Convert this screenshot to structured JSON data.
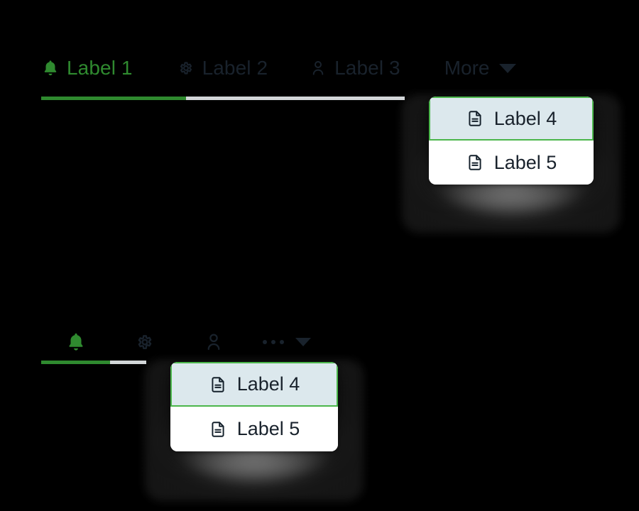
{
  "page": {
    "background_color": "#000000",
    "accent_color": "#2f8a2f",
    "selected_item_bg": "#dce8ed",
    "selected_item_border": "#4bb64b",
    "inactive_text_color": "#19222c",
    "rail_color": "#d2d6d8"
  },
  "labelled_tabbar": {
    "tabs": [
      {
        "label": "Label 1",
        "icon": "bell-icon",
        "active": true
      },
      {
        "label": "Label 2",
        "icon": "gear-icon",
        "active": false
      },
      {
        "label": "Label 3",
        "icon": "user-icon",
        "active": false
      }
    ],
    "more": {
      "label": "More",
      "icon": "chevron-down-icon"
    }
  },
  "icon_tabbar": {
    "tabs": [
      {
        "icon": "bell-icon",
        "active": true
      },
      {
        "icon": "gear-icon",
        "active": false
      },
      {
        "icon": "user-icon",
        "active": false
      }
    ],
    "more": {
      "icon": "ellipsis-icon",
      "caret_icon": "chevron-down-icon"
    }
  },
  "overflow_menu_labelled": {
    "items": [
      {
        "label": "Label 4",
        "icon": "document-icon",
        "selected": true
      },
      {
        "label": "Label 5",
        "icon": "document-icon",
        "selected": false
      }
    ]
  },
  "overflow_menu_icons": {
    "items": [
      {
        "label": "Label 4",
        "icon": "document-icon",
        "selected": true
      },
      {
        "label": "Label 5",
        "icon": "document-icon",
        "selected": false
      }
    ]
  }
}
